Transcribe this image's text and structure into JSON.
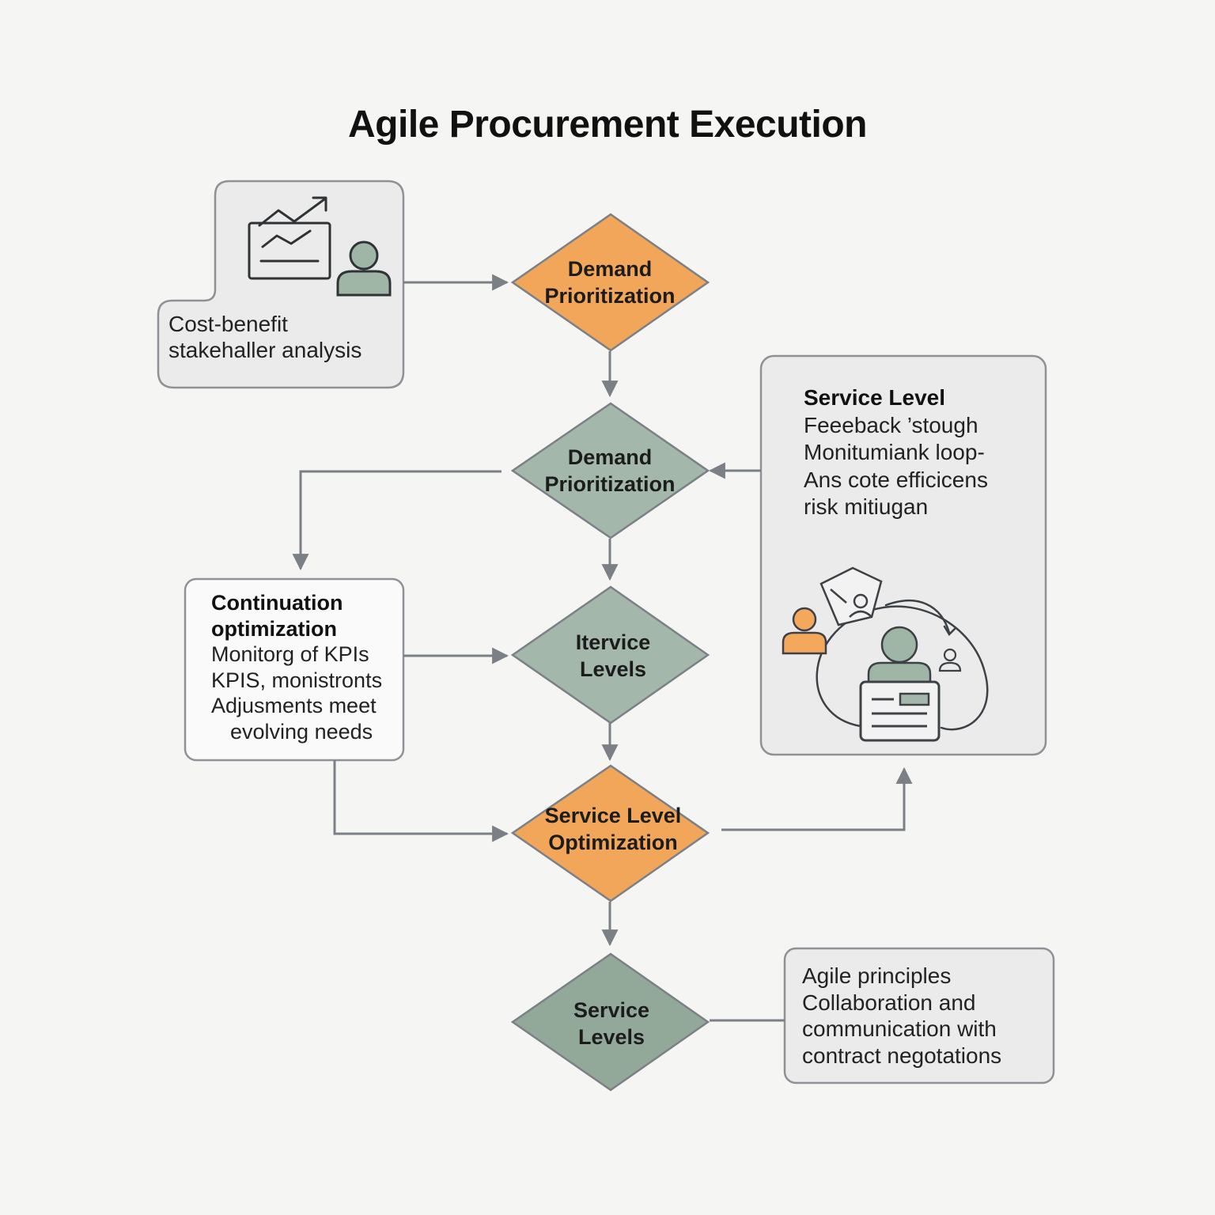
{
  "title": "Agile Procurement Execution",
  "colors": {
    "orange": "#f2a65a",
    "sage": "#a3b8aa",
    "sage_dark": "#92a99a",
    "arrow": "#7b8087",
    "box_border": "#8e9296",
    "box_fill": "#ebebeb",
    "person": "#9fb5a6",
    "person_orange": "#f3a85c"
  },
  "nodes": {
    "d1": {
      "line1": "Demand",
      "line2": "Prioritization"
    },
    "d2": {
      "line1": "Demand",
      "line2": "Prioritization"
    },
    "d3": {
      "line1": "Itervice",
      "line2": "Levels"
    },
    "d4": {
      "line1": "Service Level",
      "line2": "Optimization"
    },
    "d5": {
      "line1": "Service",
      "line2": "Levels"
    }
  },
  "boxes": {
    "cost": {
      "line1": "Cost-benefit",
      "line2": "stakehaller analysis",
      "icons": [
        "trend-chart-icon",
        "person-icon"
      ]
    },
    "service": {
      "heading": "Service Level",
      "lines": [
        "Feeeback ’stough",
        "Monitumiank loop-",
        "Ans cote efficicens",
        "risk mitiugan"
      ],
      "icons": [
        "shield-icon",
        "person-icon",
        "feedback-loop-icon",
        "document-icon"
      ]
    },
    "continuation": {
      "heading1": "Continuation",
      "heading2": "optimization",
      "lines": [
        "Monitorg of KPIs",
        "KPIS, monistronts",
        "Adjusments meet",
        "evolving needs"
      ]
    },
    "agile": {
      "lines": [
        "Agile principles",
        "Collaboration and",
        "communication with",
        "contract negotations"
      ]
    }
  }
}
